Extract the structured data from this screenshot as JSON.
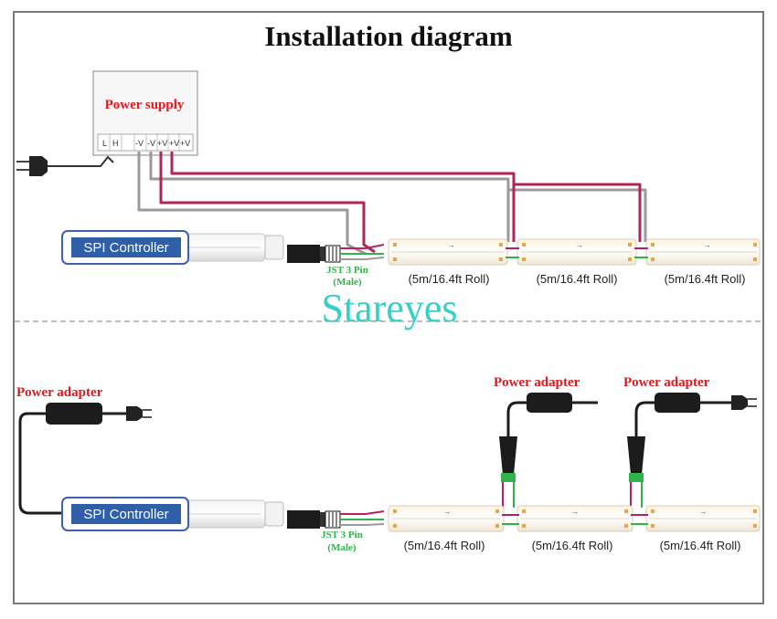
{
  "title": "Installation diagram",
  "watermark": "Stareyes",
  "top": {
    "power_supply_label": "Power supply",
    "terminals": [
      "L",
      "H",
      "-V",
      "-V",
      "+V",
      "+V",
      "+V"
    ],
    "controller_label": "SPI Controller",
    "jst_label_line1": "JST 3 Pin",
    "jst_label_line2": "(Male)",
    "rolls": [
      "(5m/16.4ft Roll)",
      "(5m/16.4ft Roll)",
      "(5m/16.4ft Roll)"
    ]
  },
  "bottom": {
    "power_adapter_left": "Power adapter",
    "power_adapter_mid": "Power adapter",
    "power_adapter_right": "Power adapter",
    "controller_label": "SPI Controller",
    "jst_label_line1": "JST 3 Pin",
    "jst_label_line2": "(Male)",
    "rolls": [
      "(5m/16.4ft Roll)",
      "(5m/16.4ft Roll)",
      "(5m/16.4ft Roll)"
    ]
  },
  "colors": {
    "red_label": "#e0191e",
    "green_label": "#2fb34a",
    "controller_bg": "#2f5fa7",
    "wire_red": "#b2245a",
    "wire_grey": "#9a9a9a",
    "watermark": "#37d0c6"
  }
}
